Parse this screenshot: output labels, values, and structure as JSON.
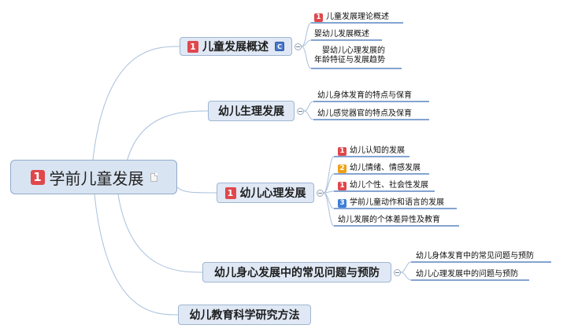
{
  "root": {
    "label": "学前儿童发展",
    "badge": "1"
  },
  "branches": [
    {
      "label": "儿童发展概述",
      "badge": "1",
      "has_c_icon": true,
      "c_icon_text": "C",
      "leaves": [
        {
          "text": "儿童发展理论概述",
          "badge": "1",
          "badge_color": "red"
        },
        {
          "text": "婴幼儿发展概述"
        },
        {
          "text": "婴幼儿心理发展的",
          "text2": "年龄特征与发展趋势"
        }
      ]
    },
    {
      "label": "幼儿生理发展",
      "leaves": [
        {
          "text": "幼儿身体发育的特点与保育"
        },
        {
          "text": "幼儿感觉器官的特点及保育"
        }
      ]
    },
    {
      "label": "幼儿心理发展",
      "badge": "1",
      "leaves": [
        {
          "text": "幼儿认知的发展",
          "badge": "1",
          "badge_color": "red"
        },
        {
          "text": "幼儿情绪、情感发展",
          "badge": "2",
          "badge_color": "orange"
        },
        {
          "text": "幼儿个性、社会性发展",
          "badge": "1",
          "badge_color": "red"
        },
        {
          "text": "学前儿童动作和语言的发展",
          "badge": "3",
          "badge_color": "blue"
        },
        {
          "text": "幼儿发展的个体差异性及教育"
        }
      ]
    },
    {
      "label": "幼儿身心发展中的常见问题与预防",
      "leaves": [
        {
          "text": "幼儿身体发育中的常见问题与预防"
        },
        {
          "text": "幼儿心理发展中的问题与预防"
        }
      ]
    },
    {
      "label": "幼儿教育科学研究方法",
      "leaves": []
    }
  ],
  "colors": {
    "line": "#a8c0dc",
    "underline": "#5b86c4",
    "badge_red": "#e0474c",
    "badge_orange": "#f0a017",
    "badge_blue": "#3d7fd6"
  }
}
